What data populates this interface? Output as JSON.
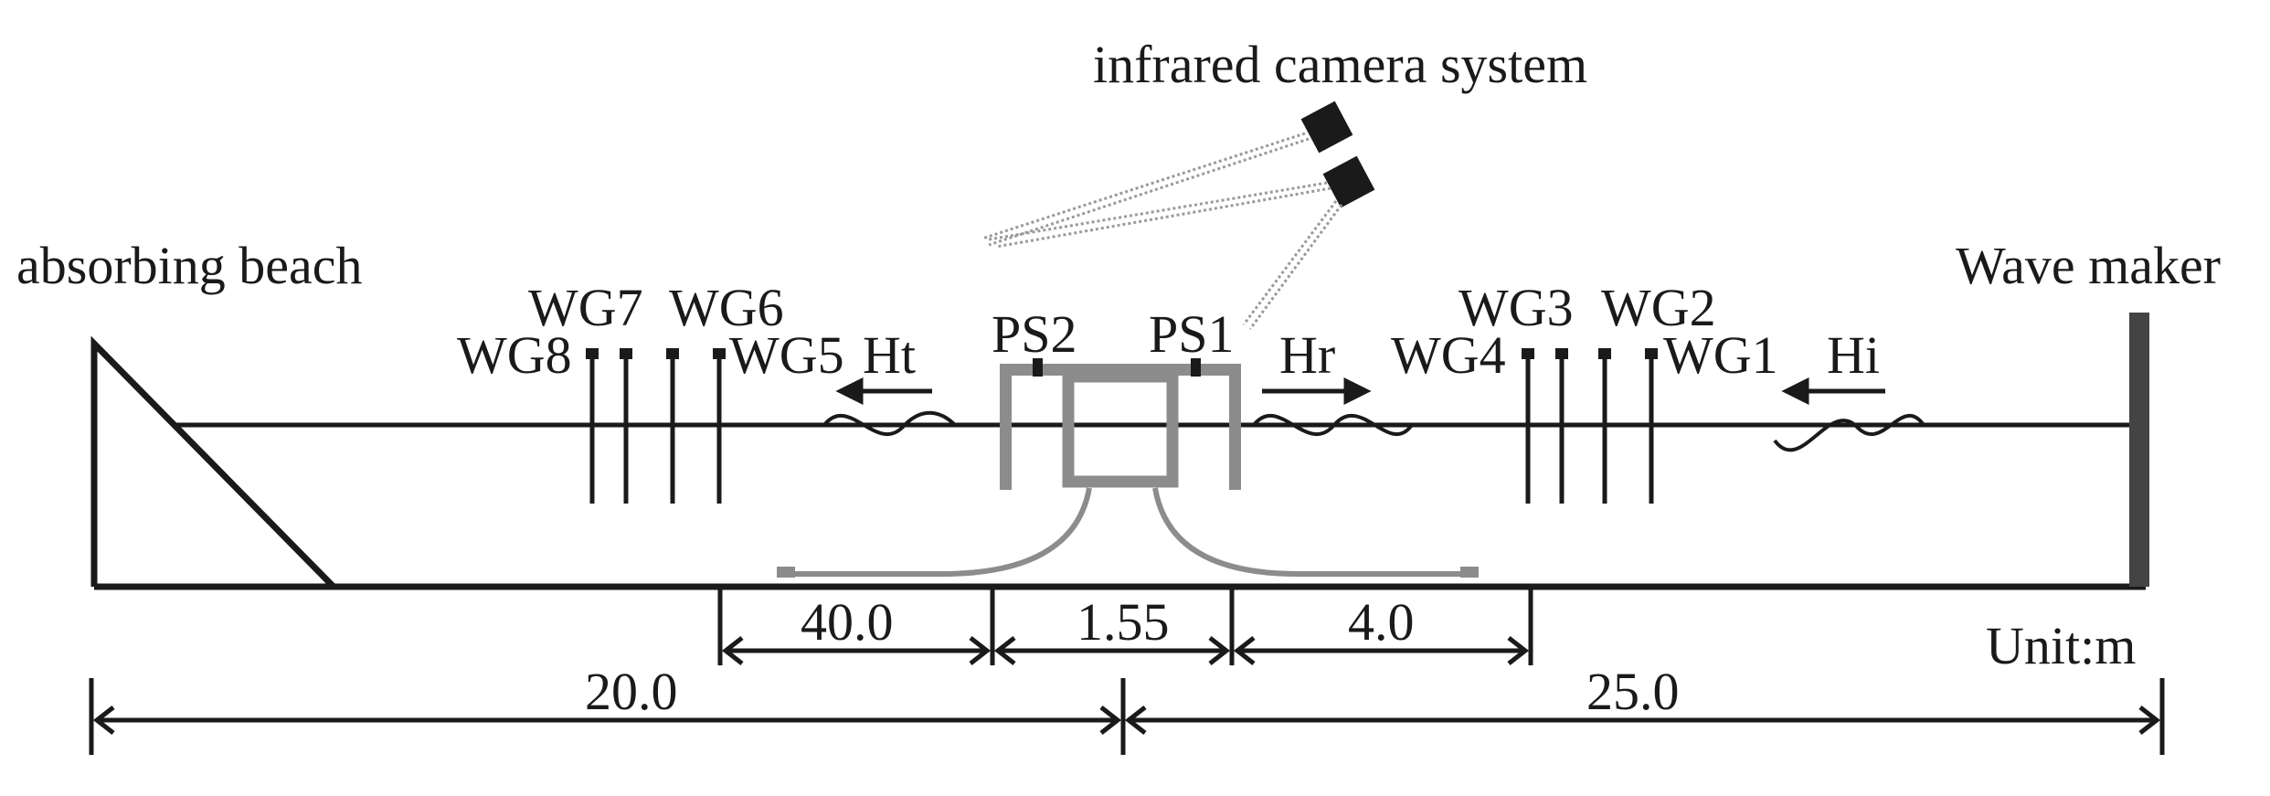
{
  "labels": {
    "camera": "infrared camera system",
    "beach": "absorbing beach",
    "wave_maker": "Wave maker",
    "unit": "Unit:m"
  },
  "gauges": {
    "left_upper": [
      "WG7",
      "WG6"
    ],
    "left_lower": [
      "WG8",
      "WG5"
    ],
    "right_upper": [
      "WG3",
      "WG2"
    ],
    "right_lower": [
      "WG4",
      "WG1"
    ]
  },
  "pressure_sensors": [
    "PS2",
    "PS1"
  ],
  "waves": {
    "transmitted": "Ht",
    "reflected": "Hr",
    "incident": "Hi"
  },
  "dimensions": {
    "left_gauges_to_structure": "40.0",
    "structure_width": "1.55",
    "structure_to_right_gauges": "4.0",
    "beach_side_total": "20.0",
    "maker_side_total": "25.0"
  },
  "colors": {
    "line": "#1a1a1a",
    "structure": "#8c8c8c",
    "camera": "#1a1a1a",
    "camera_ray": "#9a9a9a"
  }
}
